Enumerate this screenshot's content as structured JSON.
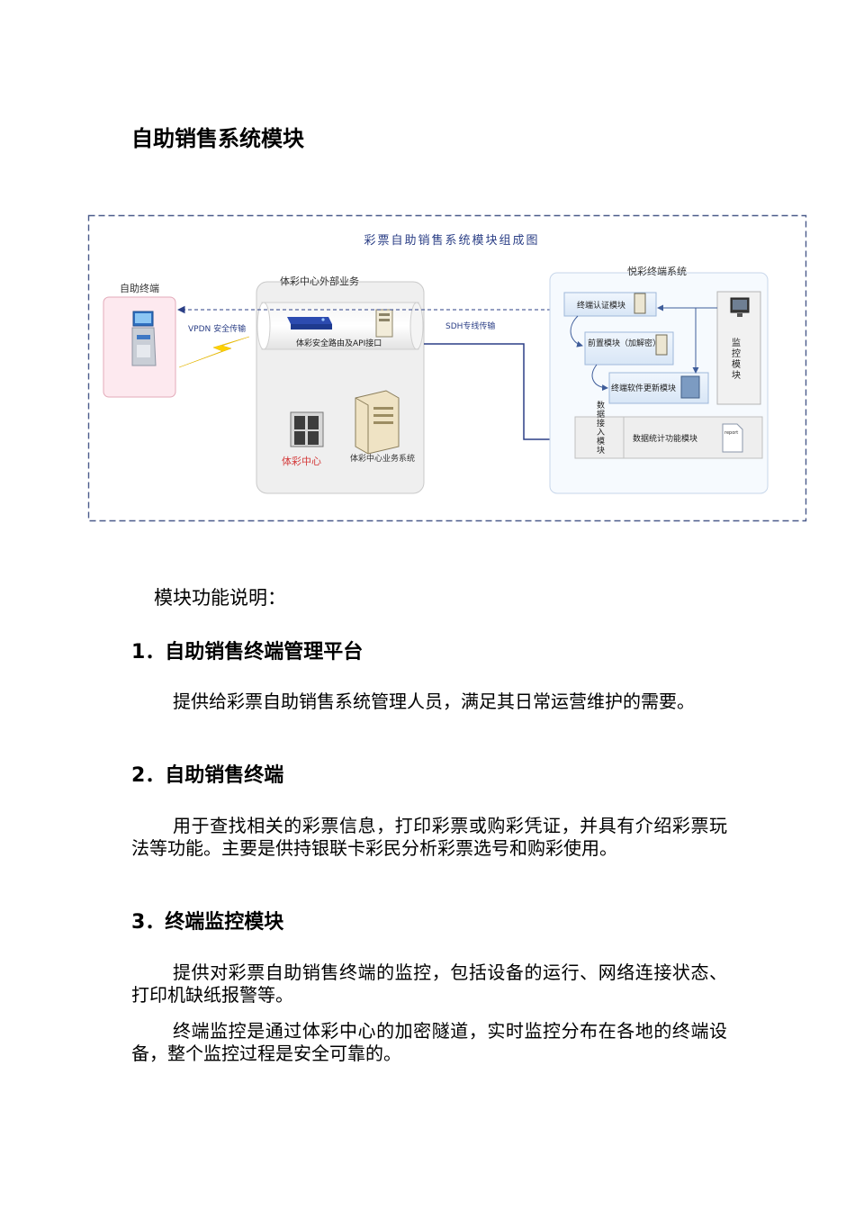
{
  "page_title": "自助销售系统模块",
  "diagram": {
    "title": "彩票自助销售系统模块组成图",
    "self_terminal": "自助终端",
    "external_business": "体彩中心外部业务",
    "router_label": "体彩安全路由及API接口",
    "center_label": "体彩中心",
    "center_business": "体彩中心业务系统",
    "vpdn_label": "VPDN 安全传输",
    "sdh_label": "SDH专线传输",
    "yuecai_system": "悦彩终端系统",
    "auth_module": "终端认证模块",
    "pre_module": "前置模块（加解密）",
    "update_module": "终端软件更新模块",
    "monitor_module": "监控模块",
    "data_access": "数据接入模块",
    "stats_module": "数据统计功能模块",
    "report_label": "report"
  },
  "intro": "模块功能说明：",
  "sections": [
    {
      "heading": "1．自助销售终端管理平台",
      "paragraphs": [
        "提供给彩票自助销售系统管理人员，满足其日常运营维护的需要。"
      ]
    },
    {
      "heading": "2．自助销售终端",
      "paragraphs": [
        "用于查找相关的彩票信息，打印彩票或购彩凭证，并具有介绍彩票玩法等功能。主要是供持银联卡彩民分析彩票选号和购彩使用。"
      ]
    },
    {
      "heading": "3．终端监控模块",
      "paragraphs": [
        "提供对彩票自助销售终端的监控，包括设备的运行、网络连接状态、打印机缺纸报警等。",
        "终端监控是通过体彩中心的加密隧道，实时监控分布在各地的终端设备，整个监控过程是安全可靠的。"
      ]
    }
  ]
}
